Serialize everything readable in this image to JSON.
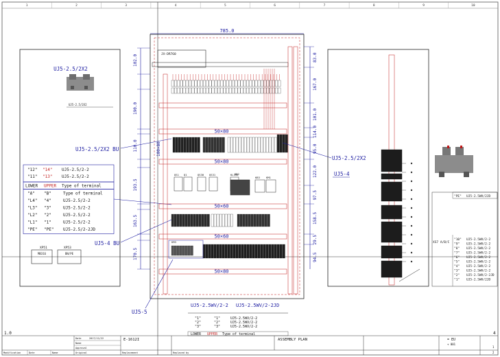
{
  "colors": {
    "line": "#1a1aa0",
    "red": "#c01818",
    "dark": "#111111",
    "grey": "#9a9a9a"
  },
  "frame": {
    "col_numbers": [
      "1",
      "2",
      "3",
      "4",
      "5",
      "6",
      "7",
      "8",
      "9",
      "10"
    ],
    "row_left": [
      "1.0"
    ],
    "row_right": [
      "4"
    ]
  },
  "left_panel": {
    "title": "UJ5-2.5/2X2",
    "caption": "UJ5-2.5/2X2",
    "legend": {
      "header": [
        "LOWER",
        "UPPER",
        "Type of terminal"
      ],
      "rows_top": [
        [
          "\"12\"",
          "\"14\"",
          "UJ5-2.5/2-2"
        ],
        [
          "\"11\"",
          "\"13\"",
          "UJ5-2.5/2-2"
        ]
      ],
      "rows": [
        [
          "\"A\"",
          "\"B\"",
          "Type of terminal"
        ],
        [
          "\"L4\"",
          "\"4\"",
          "UJ5-2.5/2-2"
        ],
        [
          "\"L3\"",
          "\"3\"",
          "UJ5-2.5/2-2"
        ],
        [
          "\"L2\"",
          "\"2\"",
          "UJ5-2.5/2-2"
        ],
        [
          "\"L1\"",
          "\"1\"",
          "UJ5-2.5/2-2"
        ],
        [
          "\"PE\"",
          "\"PE\"",
          "UJ5-2.5/2-2JD"
        ]
      ]
    },
    "bottom_labels": [
      "XP51",
      "XP53"
    ],
    "bottom_sub": [
      "MB316",
      "BN/PE"
    ]
  },
  "main_panel": {
    "top_width": "785.0",
    "label_box": "JX-DR760",
    "left_dims": [
      "102.0",
      "190.0",
      "110.0",
      "193.5",
      "163.5",
      "170.5"
    ],
    "left_dim_side": "100×80",
    "right_dims": [
      "83.0",
      "167.0",
      "101.0",
      "114.0",
      "95.0",
      "122.0",
      "97.5",
      "158.5",
      "29.5",
      "94.5"
    ],
    "duct_labels": [
      "50×80",
      "50×80",
      "50×60",
      "50×60",
      "50×80"
    ],
    "component_labels": [
      "QS1",
      "Q1",
      "QS30",
      "QS31",
      "KL155",
      "KB2",
      "KB3",
      "KM1",
      "KM3"
    ]
  },
  "callouts": {
    "left_upper": "UJ5-2.5/2X2 BU",
    "left_lower": "UJ5-4 BU",
    "bottom_left": "UJ5-5",
    "right_upper": "UJ5-2.5/2X2",
    "right_lower": "UJ5-4"
  },
  "bottom_legend": {
    "left": "UJ5-2.5WV/2-2",
    "right": "UJ5-2.5WV/2-2JD",
    "header": [
      "LOWER",
      "UPPER",
      "Type of terminal"
    ],
    "rows": [
      [
        "\"1\"",
        "\"1\"",
        "UJ5-2.5WV/2-2"
      ],
      [
        "\"2\"",
        "\"2\"",
        "UJ5-2.5WV/2-2"
      ],
      [
        "\"3\"",
        "\"3\"",
        "UJ5-2.5WV/2-2"
      ]
    ]
  },
  "right_panel": {
    "terminal_box_top": [
      "\"PE\"",
      "UJ5-2.5WV/2JD"
    ],
    "terminal_box_rows": [
      [
        "\"10\"",
        "UJ5-2.5WV/2-2"
      ],
      [
        "\"9\"",
        "UJ5-2.5WV/2-2"
      ],
      [
        "\"8\"",
        "UJ5-2.5WV/2-2"
      ],
      [
        "\"7\"",
        "UJ5-2.5WV/2-2"
      ],
      [
        "\"6\"",
        "UJ5-2.5WV/2-2"
      ],
      [
        "\"5\"",
        "UJ5-2.5WV/2-2"
      ],
      [
        "\"4\"",
        "UJ5-2.5WV/2-2"
      ],
      [
        "\"3\"",
        "UJ5-2.5WV/2-2"
      ],
      [
        "\"2\"",
        "UJ5-2.5WV/2-2JD"
      ],
      [
        "\"1\"",
        "UJ5-2.5WV/2JD"
      ]
    ],
    "box_side_label": "XS7 A/B/C"
  },
  "title_block": {
    "cells": [
      "Modification",
      "Date",
      "Name",
      "Date",
      "Approval",
      "Name",
      "Original",
      "Replacement",
      "Replaced by"
    ],
    "date1": "2017/12/22",
    "project": "E-1612I",
    "project_name": "ASSEMBLY PLAN",
    "sheet": "1",
    "total": "2",
    "code": "= EU",
    "loc": "+ 001"
  }
}
